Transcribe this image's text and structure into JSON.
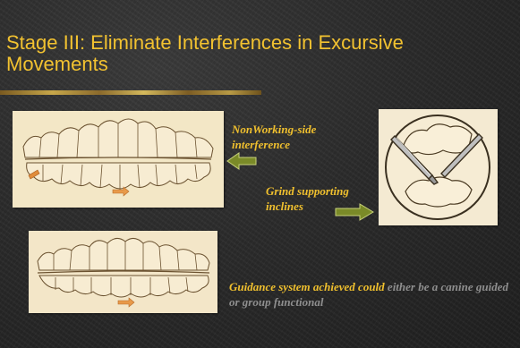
{
  "slide": {
    "title": "Stage III: Eliminate Interferences in Excursive Movements"
  },
  "labels": {
    "nonworking": "NonWorking-side interference",
    "grind": "Grind supporting inclines"
  },
  "guidance": {
    "part1": "Guidance system achieved could ",
    "part2": "either be a canine guided or group functional"
  },
  "colors": {
    "title": "#f2c230",
    "label": "#f0c02e",
    "muted": "#8f8f8f",
    "arrow": "#7a8a28",
    "background": "#2b2b2b"
  },
  "images": {
    "top": "dental-arch-nonworking-interference-illustration",
    "bottom": "dental-arch-guidance-illustration",
    "round": "grinding-incline-closeup-illustration"
  }
}
